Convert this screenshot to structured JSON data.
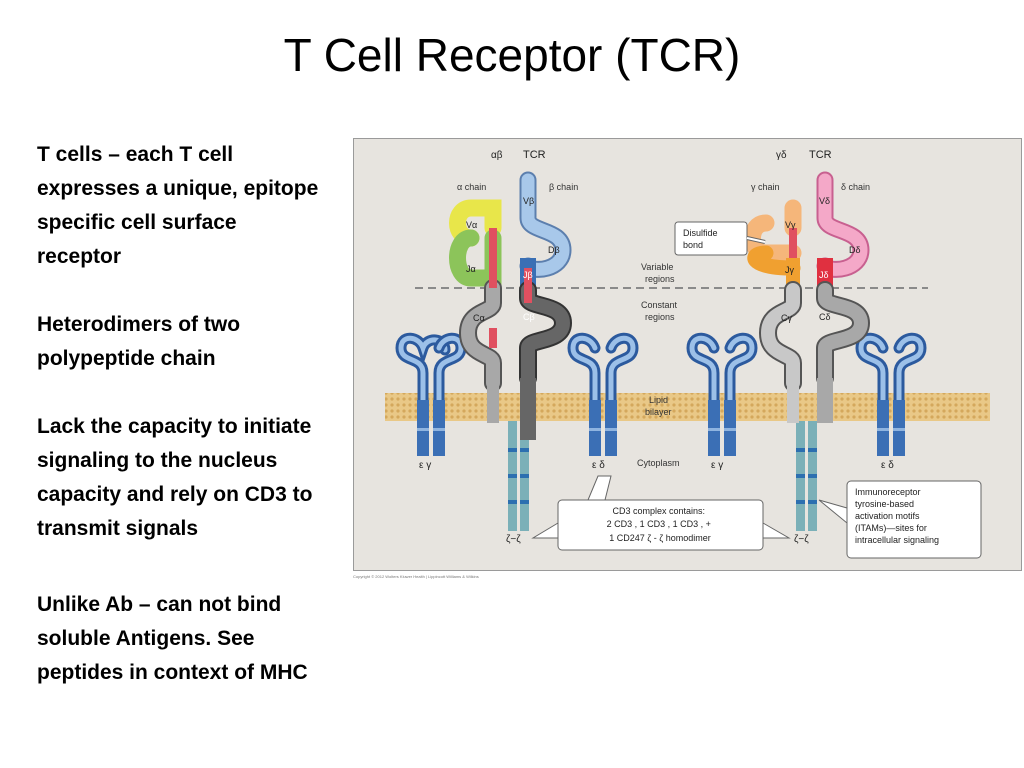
{
  "title": "T Cell Receptor (TCR)",
  "bullets": [
    "T cells – each T cell expresses a unique, epitope specific cell surface receptor",
    "Heterodimers of two polypeptide chain",
    "Lack the capacity to initiate signaling to the nucleus capacity and rely on CD3 to transmit signals",
    "Unlike Ab – can not bind soluble Antigens. See peptides in context of MHC"
  ],
  "figure": {
    "ab_header": "αβ",
    "ab_tcr": "TCR",
    "gd_header": "γδ",
    "gd_tcr": "TCR",
    "alpha_chain": "α chain",
    "beta_chain": "β chain",
    "gamma_chain": "γ chain",
    "delta_chain": "δ chain",
    "va": "Vα",
    "ja": "Jα",
    "ca": "Cα",
    "vb": "Vβ",
    "db": "Dβ",
    "jb": "Jβ",
    "cb": "Cβ",
    "vg": "Vγ",
    "jg": "Jγ",
    "cg": "Cγ",
    "vd": "Vδ",
    "dd": "Dδ",
    "jd": "Jδ",
    "cd": "Cδ",
    "disulfide": [
      "Disulfide",
      "bond"
    ],
    "variable": [
      "Variable",
      "regions"
    ],
    "constant": [
      "Constant",
      "regions"
    ],
    "lipid": [
      "Lipid",
      "bilayer"
    ],
    "cytoplasm": "Cytoplasm",
    "eg1": "ε γ",
    "ed1": "ε δ",
    "eg2": "ε γ",
    "ed2": "ε δ",
    "zz1": "ζ−ζ",
    "zz2": "ζ−ζ",
    "cd3_box": [
      "CD3 complex contains:",
      "2 CD3 , 1 CD3 , 1 CD3 , +",
      "1 CD247 ζ - ζ  homodimer"
    ],
    "itam_box": [
      "Immunoreceptor",
      "tyrosine-based",
      "activation motifs",
      "(ITAMs)—sites for",
      "intracellular signaling"
    ]
  },
  "copyright": "Copyright © 2012 Wolters Kluwer Health | Lippincott Williams & Wilkins",
  "colors": {
    "panel": "#e7e4df",
    "alpha_v": "#e8e64a",
    "alpha_j": "#8cc45a",
    "beta_v": "#a8c8ea",
    "beta_j": "#3a6fb4",
    "gamma_v": "#f5b67a",
    "gamma_j": "#f0a030",
    "delta_v": "#f4a8c8",
    "delta_j": "#e03040",
    "constant": "#a8a8a8",
    "constant_dark": "#666666",
    "cd3": "#3b6fb5",
    "zeta": "#7bb0b8",
    "bilayer": "#e9c887"
  }
}
